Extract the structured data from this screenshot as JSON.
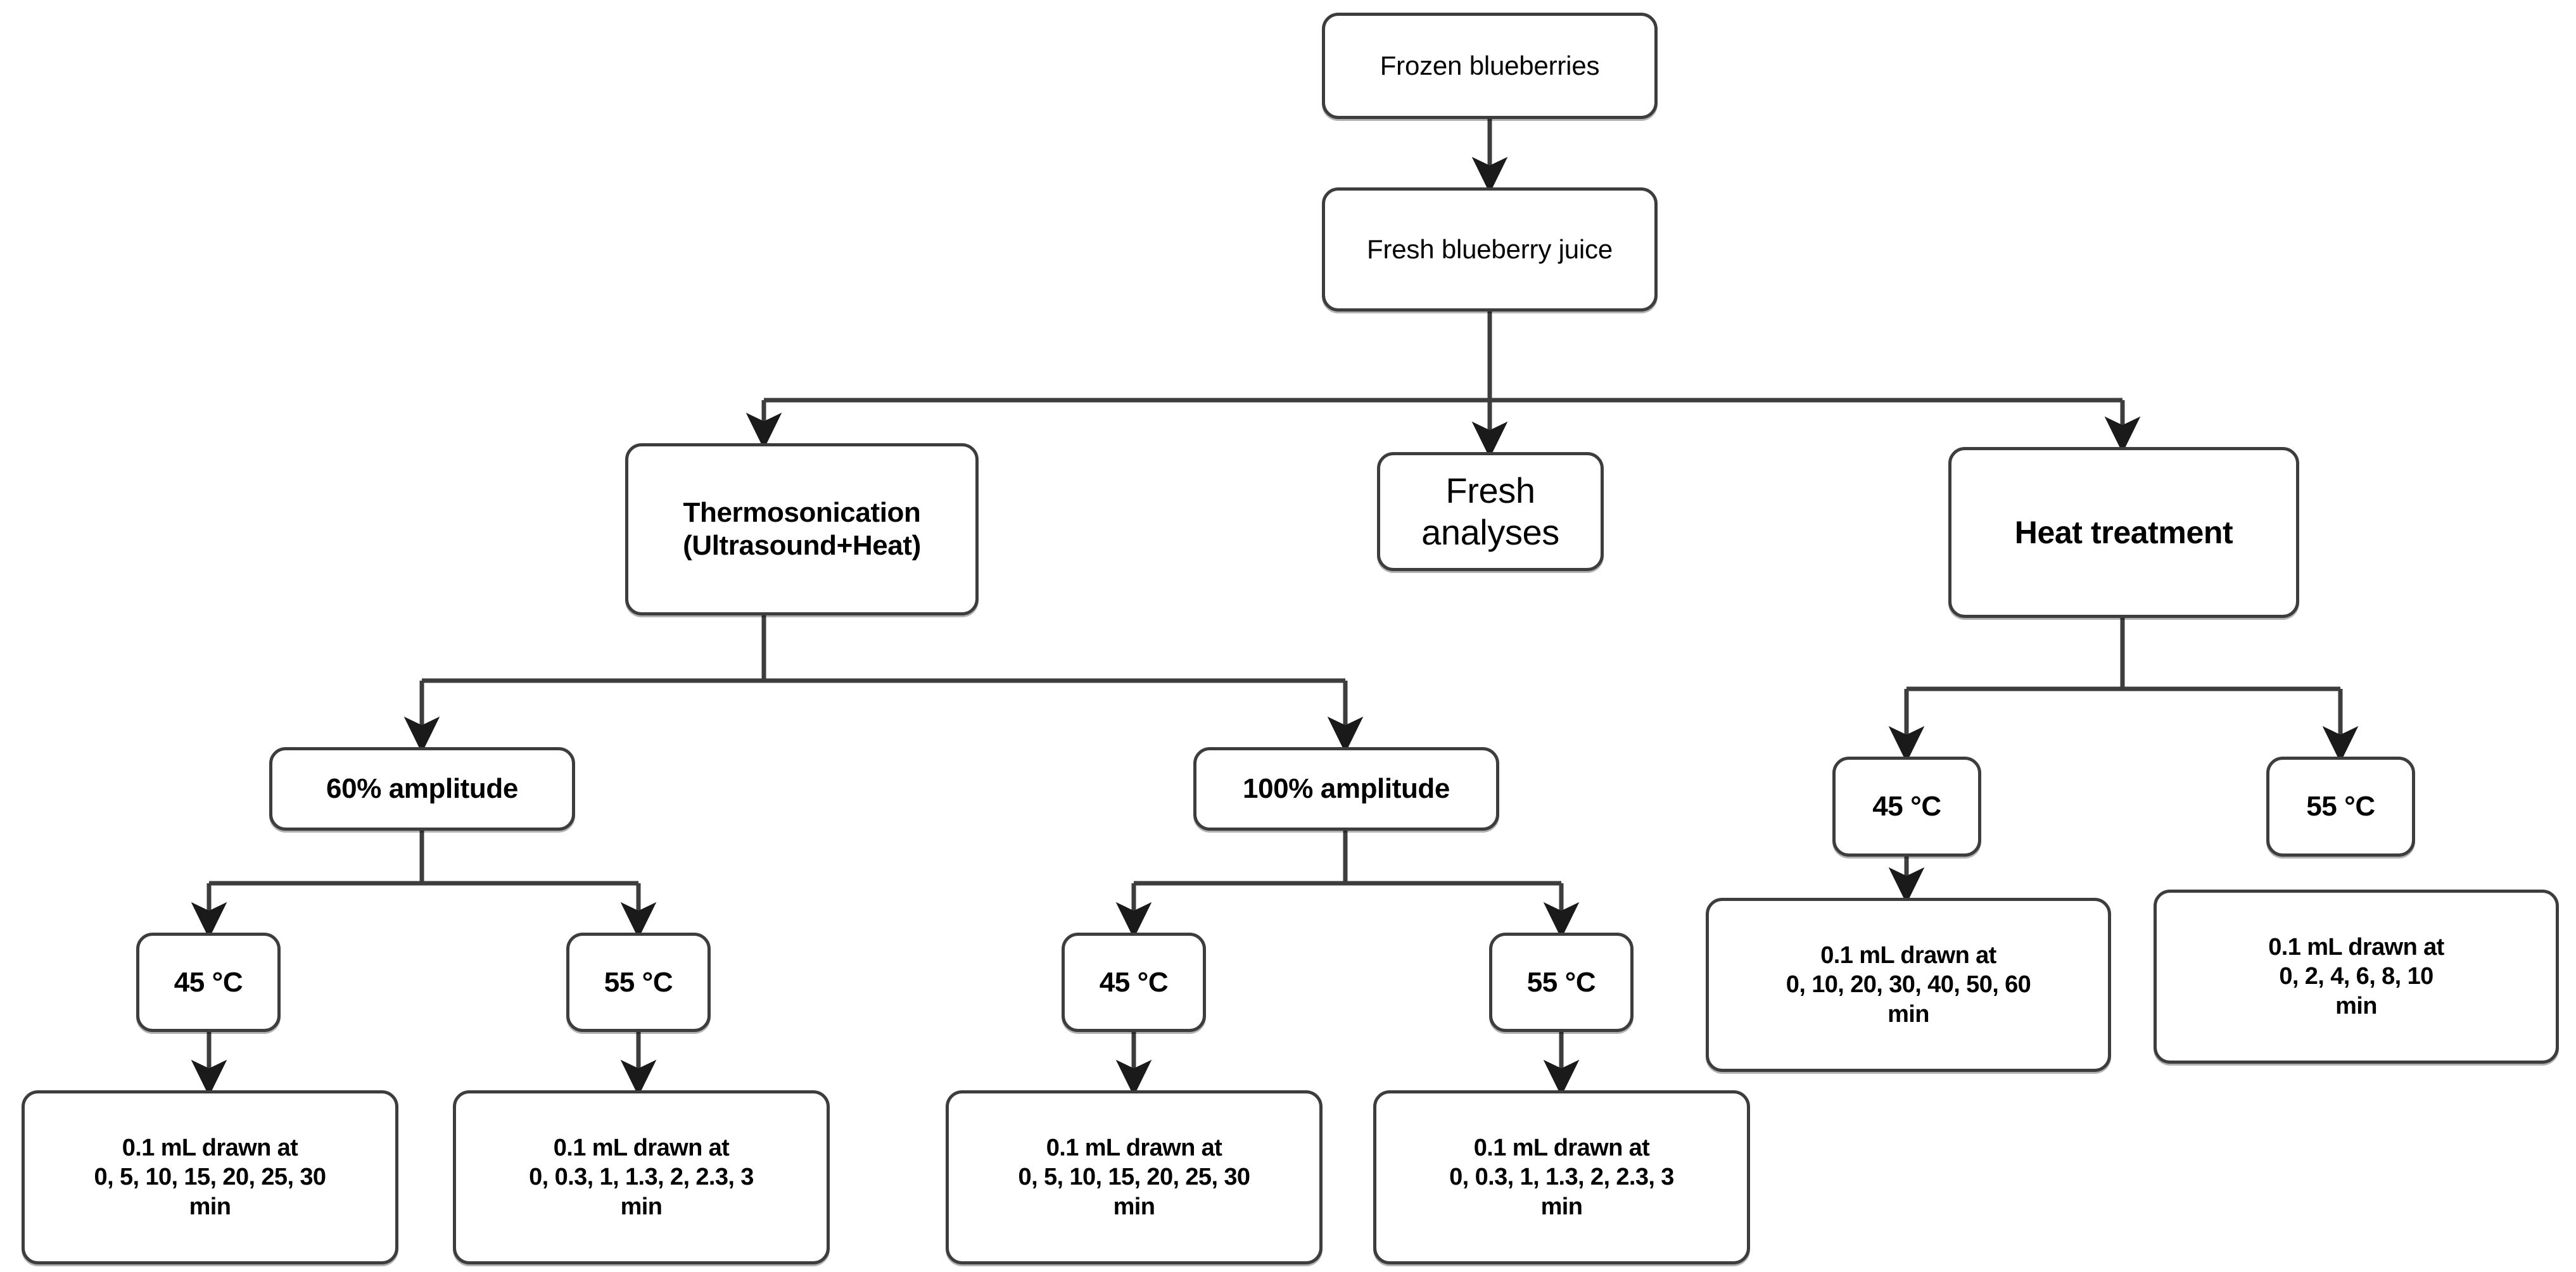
{
  "diagram": {
    "title": "Blueberry juice processing experimental design",
    "line_color": "#3d3d3d",
    "box_border_color": "#3d3d3d",
    "box_fill_color": "#ffffff",
    "text_color": "#000000"
  },
  "nodes": {
    "frozen_blueberries": {
      "label": "Frozen blueberries"
    },
    "fresh_juice": {
      "label": "Fresh blueberry juice"
    },
    "thermosonication": {
      "label": "Thermosonication\n(Ultrasound+Heat)"
    },
    "fresh_analyses": {
      "label": "Fresh\nanalyses"
    },
    "heat_treatment": {
      "label": "Heat treatment"
    },
    "amp_60": {
      "label": "60% amplitude"
    },
    "amp_100": {
      "label": "100% amplitude"
    },
    "ts60_45c": {
      "label": "45 °C"
    },
    "ts60_55c": {
      "label": "55 °C"
    },
    "ts100_45c": {
      "label": "45 °C"
    },
    "ts100_55c": {
      "label": "55 °C"
    },
    "ht_45c": {
      "label": "45 °C"
    },
    "ht_55c": {
      "label": "55 °C"
    },
    "sample_ts60_45": {
      "label": "0.1 mL drawn at\n0, 5, 10, 15, 20, 25, 30\nmin"
    },
    "sample_ts60_55": {
      "label": "0.1 mL drawn at\n0, 0.3, 1, 1.3, 2, 2.3, 3\nmin"
    },
    "sample_ts100_45": {
      "label": "0.1 mL drawn at\n0, 5, 10, 15, 20, 25, 30\nmin"
    },
    "sample_ts100_55": {
      "label": "0.1 mL drawn at\n0, 0.3, 1, 1.3, 2, 2.3, 3\nmin"
    },
    "sample_ht_45": {
      "label": "0.1 mL drawn at\n0, 10, 20, 30, 40, 50, 60\nmin"
    },
    "sample_ht_55": {
      "label": "0.1 mL drawn at\n0, 2, 4, 6, 8, 10\nmin"
    }
  },
  "edges": [
    {
      "from": "frozen_blueberries",
      "to": "fresh_juice"
    },
    {
      "from": "fresh_juice",
      "to": "thermosonication"
    },
    {
      "from": "fresh_juice",
      "to": "fresh_analyses"
    },
    {
      "from": "fresh_juice",
      "to": "heat_treatment"
    },
    {
      "from": "thermosonication",
      "to": "amp_60"
    },
    {
      "from": "thermosonication",
      "to": "amp_100"
    },
    {
      "from": "amp_60",
      "to": "ts60_45c"
    },
    {
      "from": "amp_60",
      "to": "ts60_55c"
    },
    {
      "from": "amp_100",
      "to": "ts100_45c"
    },
    {
      "from": "amp_100",
      "to": "ts100_55c"
    },
    {
      "from": "heat_treatment",
      "to": "ht_45c"
    },
    {
      "from": "heat_treatment",
      "to": "ht_55c"
    },
    {
      "from": "ts60_45c",
      "to": "sample_ts60_45"
    },
    {
      "from": "ts60_55c",
      "to": "sample_ts60_55"
    },
    {
      "from": "ts100_45c",
      "to": "sample_ts100_45"
    },
    {
      "from": "ts100_55c",
      "to": "sample_ts100_55"
    },
    {
      "from": "ht_45c",
      "to": "sample_ht_45"
    }
  ]
}
